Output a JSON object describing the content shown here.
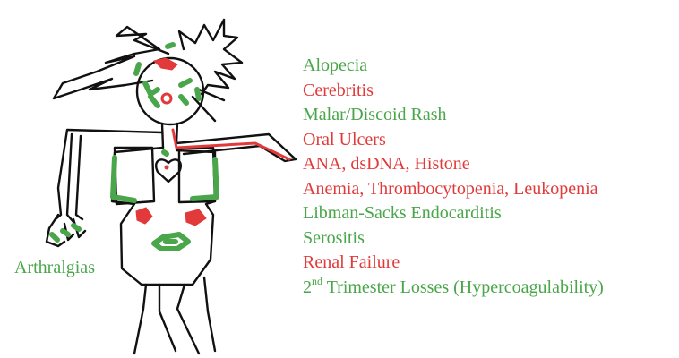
{
  "colors": {
    "green": "#4aa64a",
    "red": "#e23a3a",
    "outline": "#111111"
  },
  "arthralgias_label": {
    "text": "Arthralgias",
    "color": "green"
  },
  "labels": [
    {
      "text": "Alopecia",
      "color": "green"
    },
    {
      "text": "Cerebritis",
      "color": "red"
    },
    {
      "text": "Malar/Discoid Rash",
      "color": "green"
    },
    {
      "text": "Oral Ulcers",
      "color": "red"
    },
    {
      "text": "ANA, dsDNA, Histone",
      "color": "red"
    },
    {
      "text": "Anemia, Thrombocytopenia, Leukopenia",
      "color": "red"
    },
    {
      "text": "Libman-Sacks Endocarditis",
      "color": "green"
    },
    {
      "text": "Serositis",
      "color": "green"
    },
    {
      "text": "Renal Failure",
      "color": "red"
    },
    {
      "prefix": "2",
      "superscript": "nd",
      "text": " Trimester Losses (Hypercoagulability)",
      "color": "green"
    }
  ]
}
